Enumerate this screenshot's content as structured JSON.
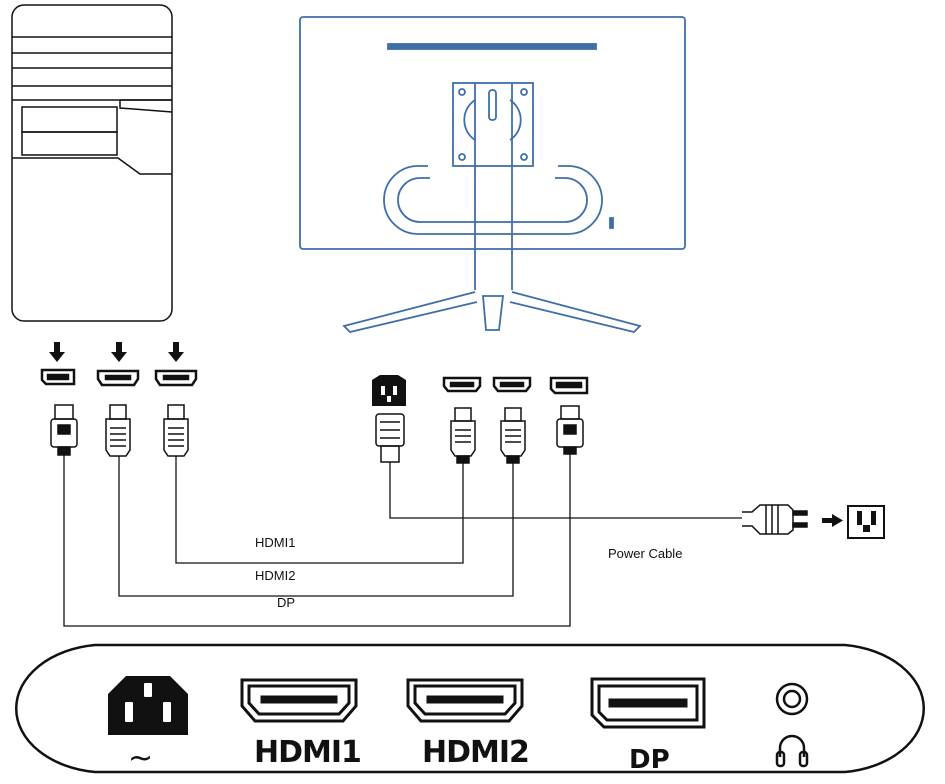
{
  "cables": {
    "hdmi1": "HDMI1",
    "hdmi2": "HDMI2",
    "dp": "DP",
    "power": "Power Cable"
  },
  "ports": {
    "ac": "~",
    "hdmi1": "HDMI1",
    "hdmi2": "HDMI2",
    "dp": "DP"
  },
  "colors": {
    "monitor_outline": "#3f6fa8",
    "line": "#111111"
  }
}
